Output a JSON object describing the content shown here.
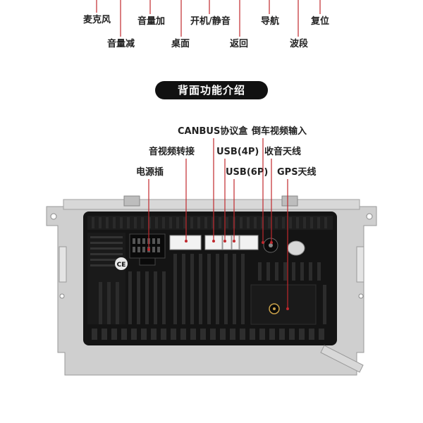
{
  "front_labels": {
    "mic": "麦克风",
    "vol_down": "音量减",
    "vol_up": "音量加",
    "desktop": "桌面",
    "power_mute": "开机/静音",
    "back": "返回",
    "nav": "导航",
    "band": "波段",
    "reset": "复位"
  },
  "section_title": "背面功能介绍",
  "rear_labels": {
    "canbus": "CANBUS协议盒",
    "reverse_video": "倒车视频输入",
    "av_adapter": "音视频转接",
    "usb4p": "USB(4P)",
    "radio_antenna": "收音天线",
    "power_plug": "电源插",
    "usb6p": "USB(6P)",
    "gps_antenna": "GPS天线"
  },
  "colors": {
    "leader_line": "#c0282d",
    "body_black": "#141414",
    "bracket_silver": "#cfcfcf"
  }
}
